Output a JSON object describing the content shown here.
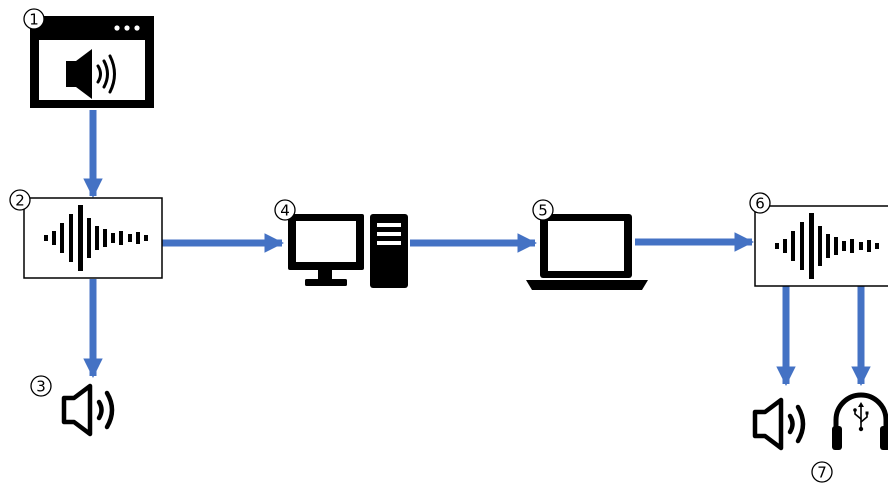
{
  "colors": {
    "arrow": "#4472C4",
    "icon": "#000000",
    "background": "#FFFFFF",
    "box_border": "#000000"
  },
  "labels": {
    "n1": "1",
    "n2": "2",
    "n3": "3",
    "n4": "4",
    "n5": "5",
    "n6": "6",
    "n7": "7"
  },
  "nodes": [
    {
      "id": "1",
      "icon": "browser-audio-icon"
    },
    {
      "id": "2",
      "icon": "audio-waveform-icon"
    },
    {
      "id": "3",
      "icon": "speaker-icon"
    },
    {
      "id": "4",
      "icon": "desktop-computer-icon"
    },
    {
      "id": "5",
      "icon": "laptop-icon"
    },
    {
      "id": "6",
      "icon": "audio-waveform-icon"
    },
    {
      "id": "7",
      "icon": "speaker-icon"
    },
    {
      "id": "7b",
      "icon": "usb-headset-icon"
    }
  ],
  "edges": [
    {
      "from": "1",
      "to": "2"
    },
    {
      "from": "2",
      "to": "3"
    },
    {
      "from": "2",
      "to": "4"
    },
    {
      "from": "4",
      "to": "5"
    },
    {
      "from": "5",
      "to": "6"
    },
    {
      "from": "6",
      "to": "7"
    },
    {
      "from": "6",
      "to": "7b"
    }
  ]
}
